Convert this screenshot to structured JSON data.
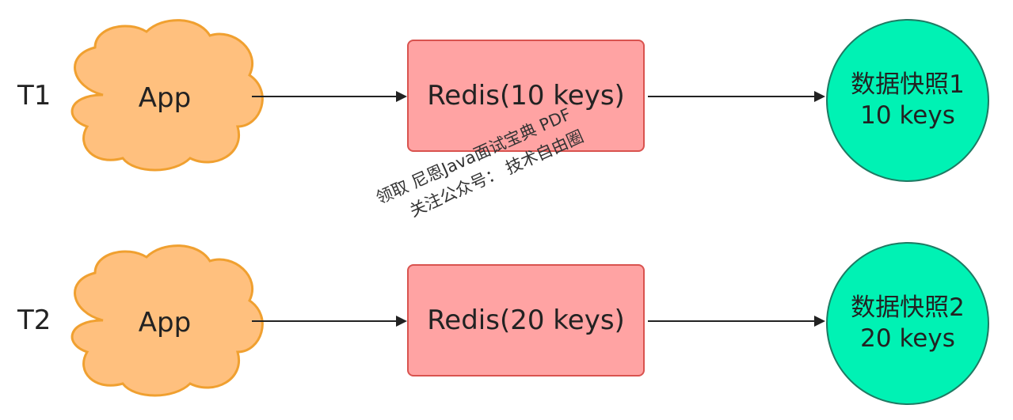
{
  "rows": [
    {
      "label": "T1",
      "app": "App",
      "redis": "Redis(10 keys)",
      "snapshot_title": "数据快照1",
      "snapshot_keys": "10 keys"
    },
    {
      "label": "T2",
      "app": "App",
      "redis": "Redis(20 keys)",
      "snapshot_title": "数据快照2",
      "snapshot_keys": "20 keys"
    }
  ],
  "watermark": {
    "line1": "领取 尼恩Java面试宝典 PDF",
    "line2": "关注公众号： 技术自由圈"
  },
  "colors": {
    "cloud_fill": "#ffc07e",
    "cloud_stroke": "#f0a030",
    "redis_fill": "#ffa3a3",
    "redis_stroke": "#d9534f",
    "snapshot_fill": "#00f2b4",
    "snapshot_stroke": "#1f7a63",
    "arrow": "#222222"
  }
}
